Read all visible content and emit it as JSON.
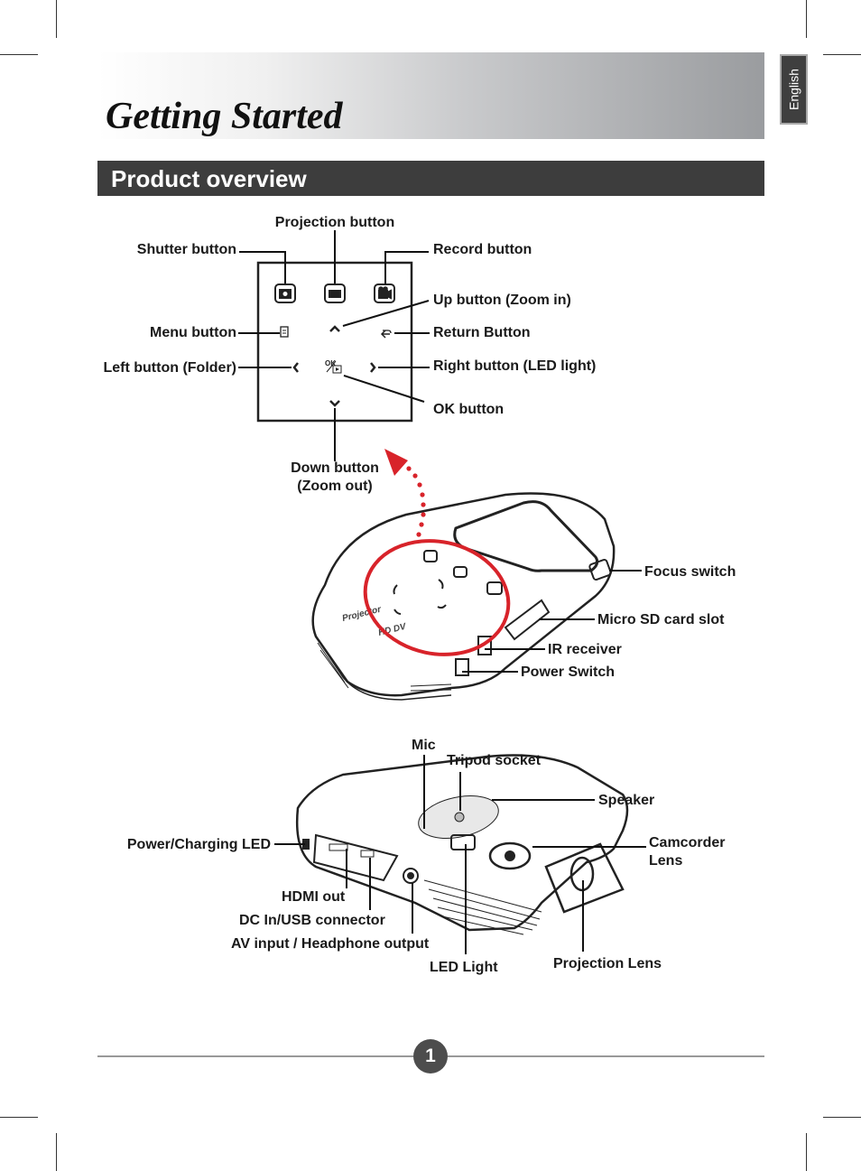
{
  "header": {
    "title": "Getting Started",
    "language_tab": "English"
  },
  "section": {
    "title": "Product overview"
  },
  "button_panel": {
    "projection_button": "Projection button",
    "shutter_button": "Shutter button",
    "record_button": "Record button",
    "up_button": "Up button (Zoom in)",
    "menu_button": "Menu button",
    "return_button": "Return Button",
    "left_button": "Left button (Folder)",
    "right_button": "Right button (LED light)",
    "ok_button": "OK button",
    "ok_glyph": "OK",
    "down_button_line1": "Down button",
    "down_button_line2": "(Zoom out)"
  },
  "top_view": {
    "focus_switch": "Focus switch",
    "micro_sd": "Micro SD card slot",
    "ir_receiver": "IR receiver",
    "power_switch": "Power Switch",
    "body_print_1": "Projector",
    "body_print_2": "HD DV"
  },
  "bottom_view": {
    "mic": "Mic",
    "tripod": "Tripod socket",
    "speaker": "Speaker",
    "power_led": "Power/Charging LED",
    "camcorder_lens_line1": "Camcorder",
    "camcorder_lens_line2": "Lens",
    "hdmi": "HDMI out",
    "dc_usb": "DC In/USB connector",
    "av_input": "AV input / Headphone output",
    "led_light": "LED Light",
    "projection_lens": "Projection Lens"
  },
  "footer": {
    "page_number": "1"
  },
  "colors": {
    "highlight_red": "#d8232a",
    "bar_dark": "#3d3d3d"
  }
}
